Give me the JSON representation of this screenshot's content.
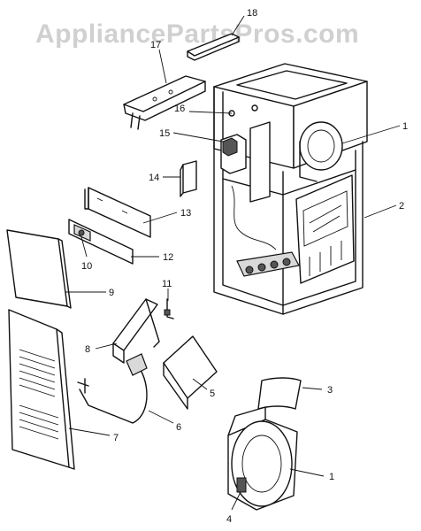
{
  "watermark": "AppliancePartsPros.com",
  "callouts": {
    "c1": "1",
    "c1b": "1",
    "c2": "2",
    "c3": "3",
    "c4": "4",
    "c5": "5",
    "c6": "6",
    "c7": "7",
    "c8": "8",
    "c9": "9",
    "c10": "10",
    "c11": "11",
    "c12": "12",
    "c13": "13",
    "c14": "14",
    "c15": "15",
    "c16": "16",
    "c17": "17",
    "c18": "18"
  }
}
